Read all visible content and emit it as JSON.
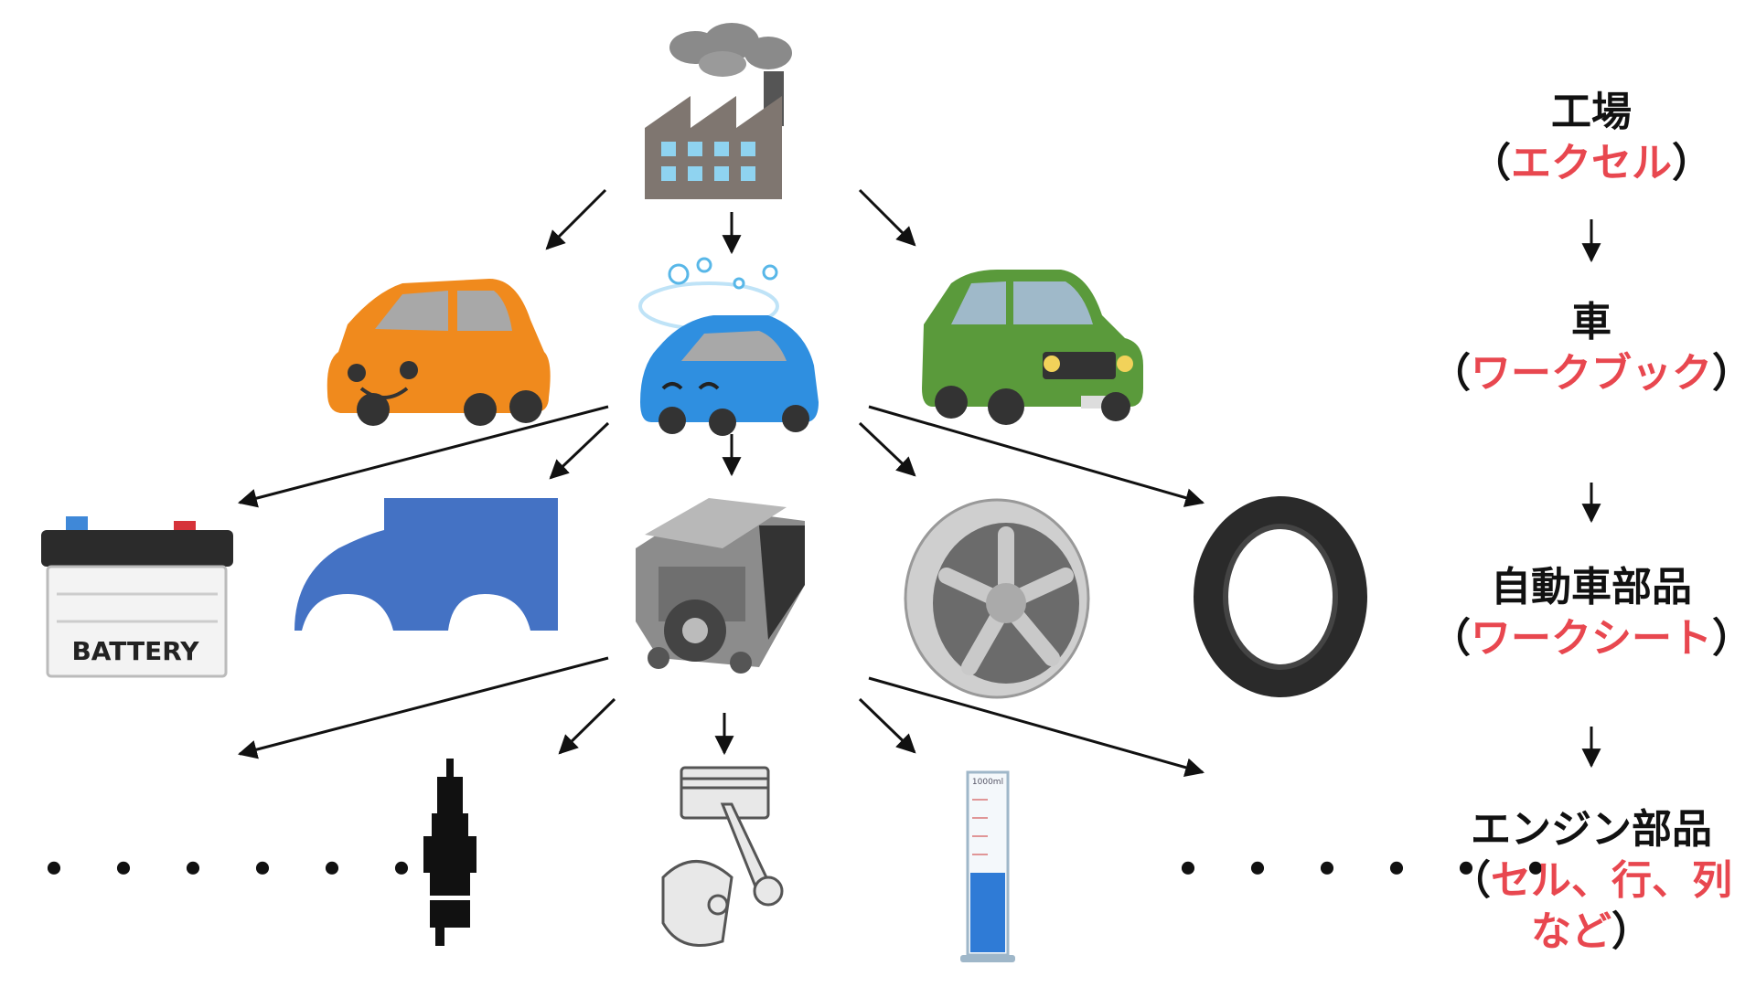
{
  "legend": {
    "level1_title": "工場",
    "level1_sub": "エクセル",
    "level2_title": "車",
    "level2_sub": "ワークブック",
    "level3_title": "自動車部品",
    "level3_sub": "ワークシート",
    "level4_title": "エンジン部品",
    "level4_sub_line1": "セル、行、列",
    "level4_sub_line2": "など",
    "open_paren": "（",
    "close_paren": "）"
  },
  "battery_label": "BATTERY",
  "cylinder_label": "1000ml",
  "ellipsis": "・・・・・・",
  "colors": {
    "accent_red": "#e8474f",
    "car_orange": "#f08a1d",
    "car_blue": "#2f8fe0",
    "car_green": "#5a9a3b",
    "body_panel": "#4472c4"
  },
  "icons": [
    "factory-icon",
    "orange-car-icon",
    "blue-car-icon",
    "green-car-icon",
    "battery-icon",
    "car-body-icon",
    "engine-icon",
    "wheel-icon",
    "tire-icon",
    "spark-plug-icon",
    "piston-icon",
    "measuring-cylinder-icon"
  ]
}
